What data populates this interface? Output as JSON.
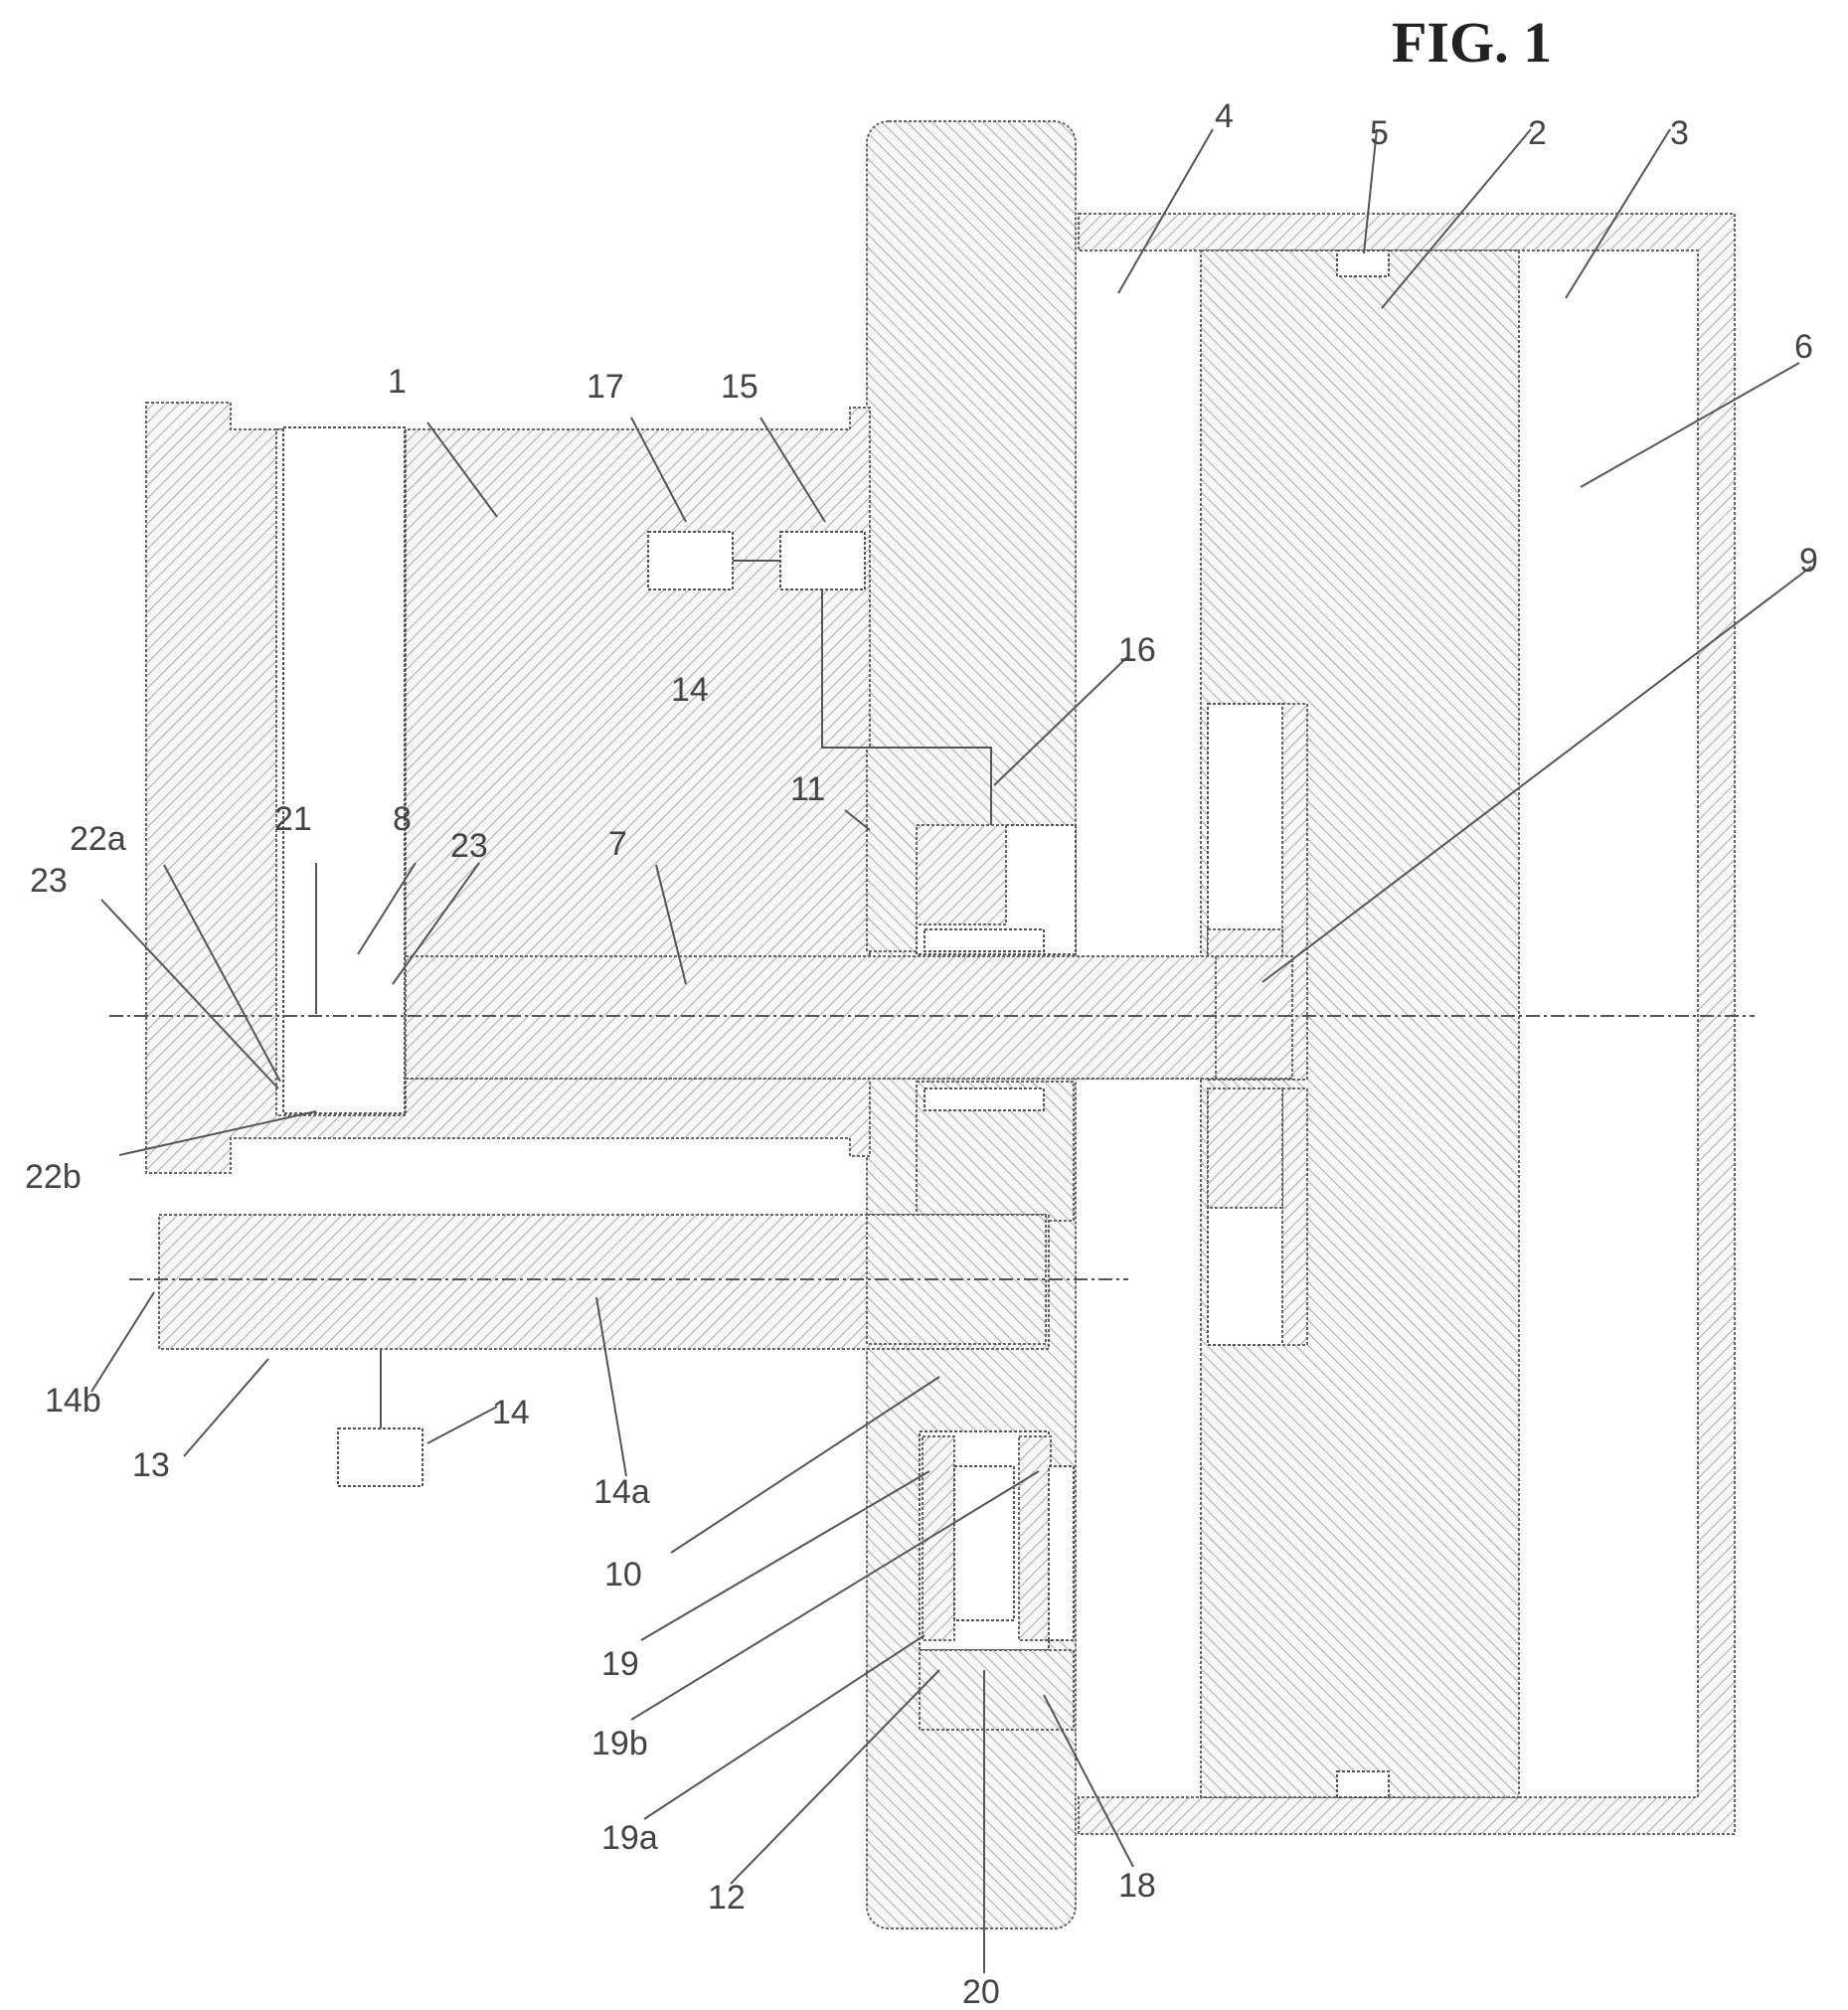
{
  "figure": {
    "title": "FIG. 1",
    "labels": {
      "n1": "1",
      "n2": "2",
      "n3": "3",
      "n4": "4",
      "n5": "5",
      "n6": "6",
      "n7": "7",
      "n8": "8",
      "n9": "9",
      "n10": "10",
      "n11": "11",
      "n12": "12",
      "n13": "13",
      "n14_top": "14",
      "n14_bottom": "14",
      "n14a": "14a",
      "n14b": "14b",
      "n15": "15",
      "n16": "16",
      "n17": "17",
      "n18": "18",
      "n19": "19",
      "n19a": "19a",
      "n19b": "19b",
      "n20": "20",
      "n21": "21",
      "n22a": "22a",
      "n22b": "22b",
      "n23_left": "23",
      "n23_right": "23"
    }
  }
}
